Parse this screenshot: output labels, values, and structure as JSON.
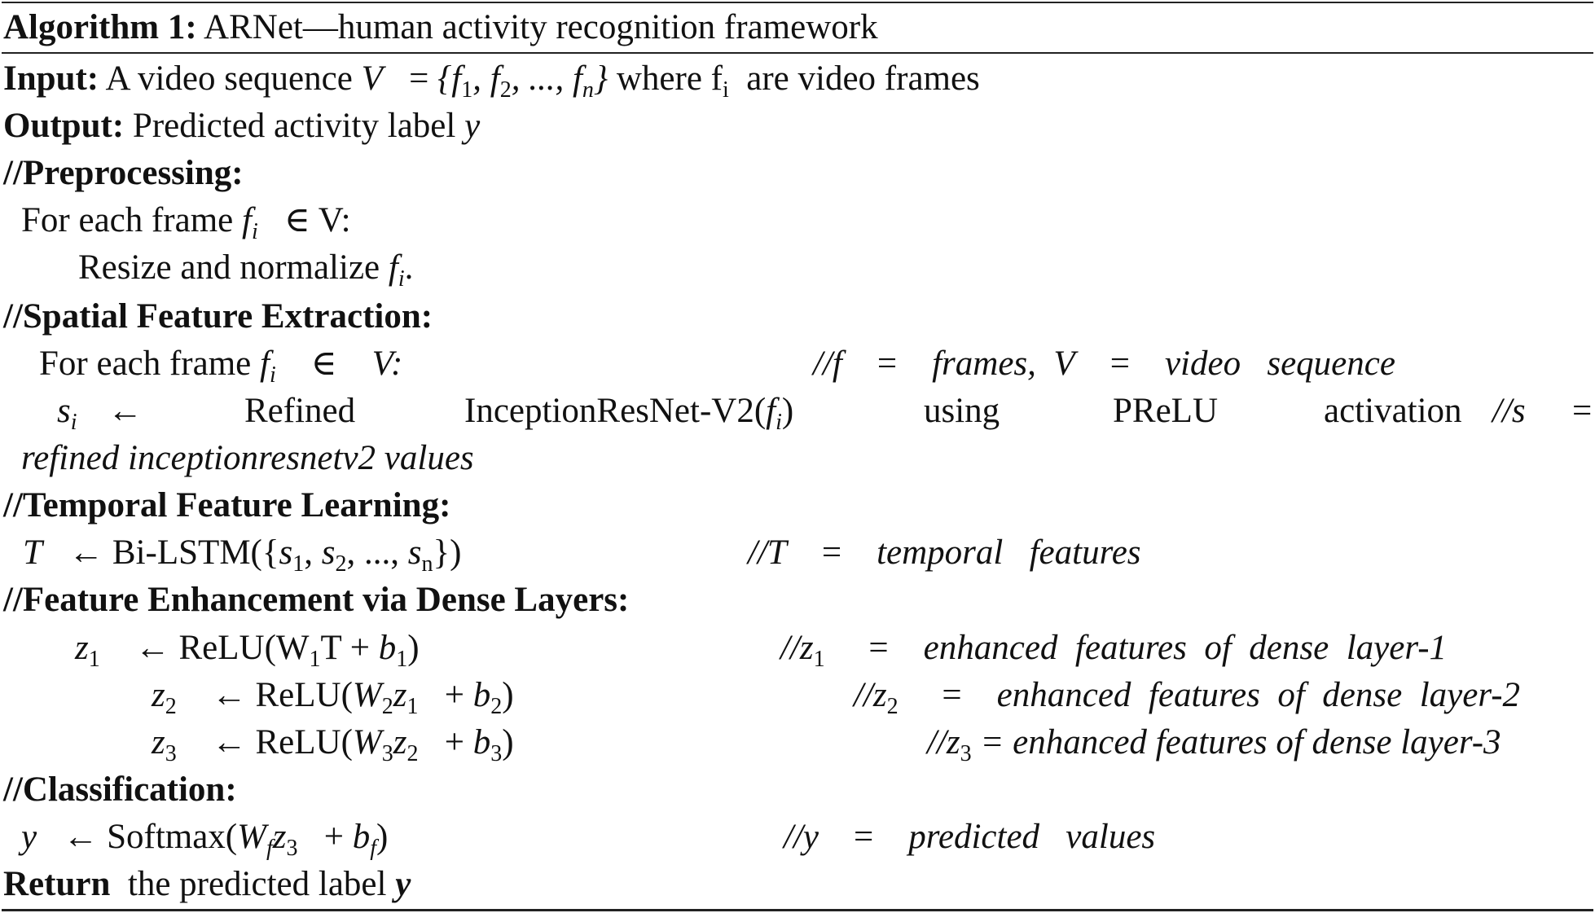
{
  "algorithm": {
    "label": "Algorithm 1:",
    "title": "ARNet—human activity recognition framework"
  },
  "io": {
    "input_label": "Input:",
    "input_text_pre": "A video sequence",
    "input_V": "V",
    "input_eq": "=",
    "input_set": "{f",
    "input_sub1": "1",
    "input_mid1": ", f",
    "input_sub2": "2",
    "input_mid2": ", ..., f",
    "input_subn": "n",
    "input_close": "}",
    "input_where": "where f",
    "input_where_sub": "i",
    "input_tail": "are video frames",
    "output_label": "Output:",
    "output_text": "Predicted activity label",
    "output_var": "y"
  },
  "preprocessing": {
    "header": "//Preprocessing:",
    "for_text": "For each frame",
    "f": "f",
    "i": "i",
    "in_V": "∈ V:",
    "resize_text": "Resize and normalize",
    "resize_f": "f",
    "resize_i": "i",
    "resize_end": "."
  },
  "spatial": {
    "header": "//Spatial Feature Extraction:",
    "for_text": "For each frame",
    "f": "f",
    "i": "i",
    "in": "∈",
    "V": "V:",
    "comment1_a": "//f",
    "comment1_eq": "=",
    "comment1_b": "frames,",
    "comment1_c": "V",
    "comment1_eq2": "=",
    "comment1_d": "video",
    "comment1_e": "sequence",
    "s": "s",
    "s_i": "i",
    "arrow": "←",
    "refined": "Refined",
    "model": "InceptionResNet-V2(",
    "model_f": "f",
    "model_i": "i",
    "model_close": ")",
    "using": "using",
    "prelu": "PReLU",
    "activation": "activation",
    "comment2_a": "//s",
    "comment2_eq": "=",
    "comment2_cont": "refined  inceptionresnetv2  values"
  },
  "temporal": {
    "header": "//Temporal Feature Learning:",
    "T": "T",
    "expr_a": "← Bi-LSTM({",
    "s1": "s",
    "s1_sub": "1",
    "comma1": ", ",
    "s2": "s",
    "s2_sub": "2",
    "dots": ", ..., ",
    "sn": "s",
    "sn_sub": "n",
    "expr_close": "})",
    "comment_a": "//T",
    "comment_eq": "=",
    "comment_b": "temporal",
    "comment_c": "features"
  },
  "dense": {
    "header": "//Feature Enhancement via Dense Layers:",
    "z1": "z",
    "z1_sub": "1",
    "z1_expr_a": "← ReLU(W",
    "z1_w_sub": "1",
    "z1_expr_b": "T + ",
    "z1_b": "b",
    "z1_b_sub": "1",
    "z1_close": ")",
    "z1_comment_a": "//z",
    "z1_comment_sub": "1",
    "z1_comment_eq": "=",
    "z1_comment_b": "enhanced  features  of  dense  layer-1",
    "z2": "z",
    "z2_sub": "2",
    "z2_expr_a": "← ReLU(",
    "z2_W": "W",
    "z2_w_sub": "2",
    "z2_zin": "z",
    "z2_zin_sub": "1",
    "z2_plus": "+ ",
    "z2_b": "b",
    "z2_b_sub": "2",
    "z2_close": ")",
    "z2_comment_a": "//z",
    "z2_comment_sub": "2",
    "z2_comment_eq": "=",
    "z2_comment_b": "enhanced  features  of  dense  layer-2",
    "z3": "z",
    "z3_sub": "3",
    "z3_expr_a": "← ReLU(",
    "z3_W": "W",
    "z3_w_sub": "3",
    "z3_zin": "z",
    "z3_zin_sub": "2",
    "z3_plus": "+ ",
    "z3_b": "b",
    "z3_b_sub": "3",
    "z3_close": ")",
    "z3_comment_a": "//z",
    "z3_comment_sub": "3",
    "z3_comment_b": " = enhanced features of dense layer-3"
  },
  "classification": {
    "header": "//Classification:",
    "y": "y",
    "expr_a": "← Softmax(",
    "W": "W",
    "W_sub": "f",
    "z": "z",
    "z_sub": "3",
    "plus": "+ ",
    "b": "b",
    "b_sub": "f",
    "close": ")",
    "comment_a": "//y",
    "comment_eq": "=",
    "comment_b": "predicted",
    "comment_c": "values"
  },
  "ret": {
    "keyword": "Return",
    "text": "the predicted label",
    "var": "y"
  }
}
